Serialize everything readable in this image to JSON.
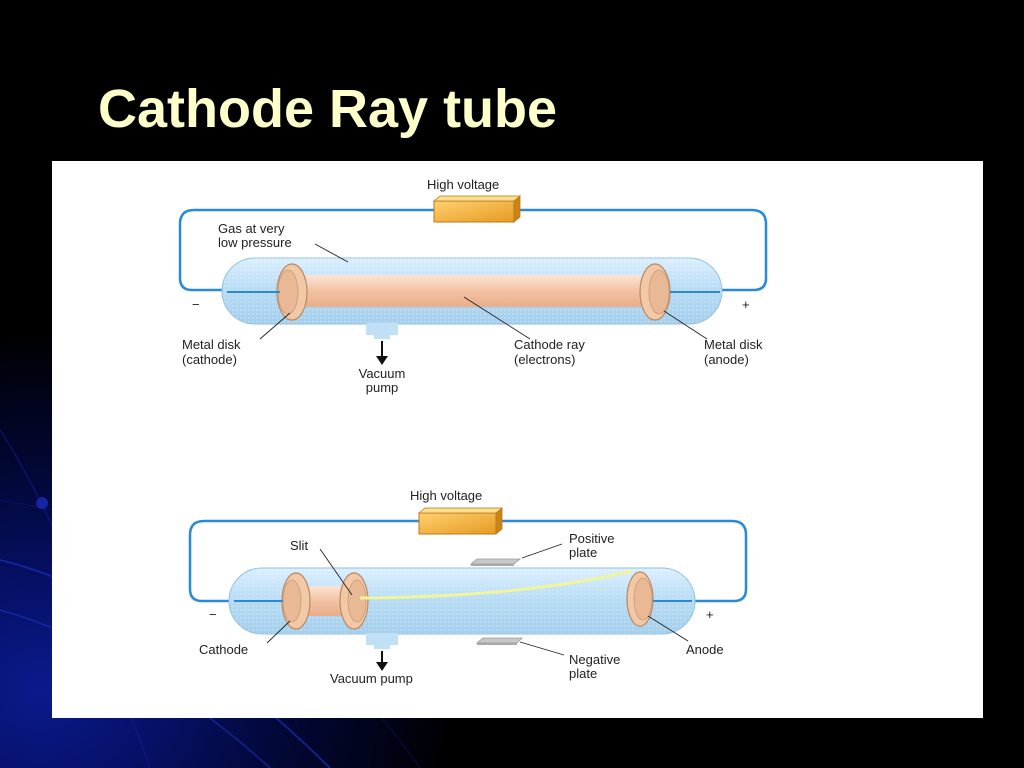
{
  "slide": {
    "title": "Cathode Ray tube"
  },
  "diagram_top": {
    "high_voltage": "High voltage",
    "gas_line1": "Gas at very",
    "gas_line2": "low pressure",
    "minus": "−",
    "plus": "+",
    "cathode_line1": "Metal disk",
    "cathode_line2": "(cathode)",
    "pump_line1": "Vacuum",
    "pump_line2": "pump",
    "ray_line1": "Cathode ray",
    "ray_line2": "(electrons)",
    "anode_line1": "Metal disk",
    "anode_line2": "(anode)"
  },
  "diagram_bottom": {
    "high_voltage": "High voltage",
    "slit": "Slit",
    "positive_line1": "Positive",
    "positive_line2": "plate",
    "minus": "−",
    "plus": "+",
    "cathode": "Cathode",
    "anode": "Anode",
    "pump": "Vacuum pump",
    "negative_line1": "Negative",
    "negative_line2": "plate"
  },
  "colors": {
    "background": "#000000",
    "title": "#ffffcc",
    "wire": "#2a8ad8",
    "tube": "#bfe0f5",
    "battery": "#f0b040",
    "beam": "#f4c9a8",
    "deflected_beam": "#f2f5a0"
  }
}
